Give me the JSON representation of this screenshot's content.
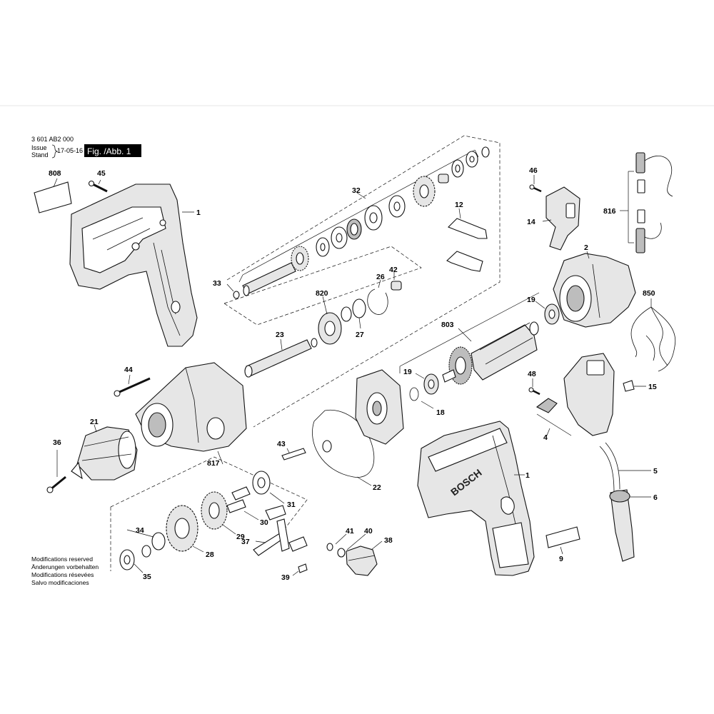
{
  "header": {
    "part_number": "3 601 AB2 000",
    "issue_label": "Issue",
    "stand_label": "Stand",
    "date": "17-05-16",
    "fig_label": "Fig. /Abb. 1"
  },
  "notes": [
    "Modifications reserved",
    "Änderungen vorbehalten",
    "Modifications résevées",
    "Salvo modificaciones"
  ],
  "brand": "BOSCH",
  "callouts": {
    "c808": "808",
    "c45": "45",
    "c1a": "1",
    "c32": "32",
    "c12": "12",
    "c46": "46",
    "c14": "14",
    "c816": "816",
    "c2": "2",
    "c850": "850",
    "c33": "33",
    "c820": "820",
    "c26": "26",
    "c42": "42",
    "c27": "27",
    "c19a": "19",
    "c803": "803",
    "c23": "23",
    "c44": "44",
    "c19b": "19",
    "c48": "48",
    "c15": "15",
    "c18": "18",
    "c21": "21",
    "c36": "36",
    "c43": "43",
    "c4": "4",
    "c817": "817",
    "c22": "22",
    "c31": "31",
    "c1b": "1",
    "c5": "5",
    "c6": "6",
    "c30": "30",
    "c34": "34",
    "c29": "29",
    "c41": "41",
    "c40": "40",
    "c38": "38",
    "c28": "28",
    "c37": "37",
    "c9": "9",
    "c35": "35",
    "c39": "39"
  }
}
